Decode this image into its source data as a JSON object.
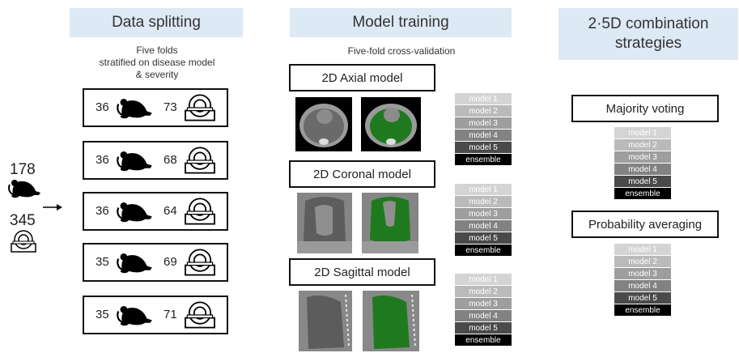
{
  "headers": {
    "data_splitting": "Data splitting",
    "model_training": "Model training",
    "combination_line1": "2·5D combination",
    "combination_line2": "strategies"
  },
  "data_splitting": {
    "note_line1": "Five folds",
    "note_line2": "stratified on disease model",
    "note_line3": "& severity",
    "total_mice": "178",
    "total_scans": "345",
    "folds": [
      {
        "mice": "36",
        "scans": "73"
      },
      {
        "mice": "36",
        "scans": "68"
      },
      {
        "mice": "36",
        "scans": "64"
      },
      {
        "mice": "35",
        "scans": "69"
      },
      {
        "mice": "35",
        "scans": "71"
      }
    ]
  },
  "model_training": {
    "subtitle": "Five-fold cross-validation",
    "models": [
      "2D Axial model",
      "2D Coronal model",
      "2D Sagittal model"
    ]
  },
  "stack_labels": [
    "model 1",
    "model 2",
    "model 3",
    "model 4",
    "model 5",
    "ensemble"
  ],
  "stack_colors": [
    "#d4d4d4",
    "#bababa",
    "#9e9e9e",
    "#828282",
    "#4a4a4a",
    "#000000"
  ],
  "strategies": [
    "Majority voting",
    "Probability averaging"
  ],
  "icons": {
    "mouse": "mouse-icon",
    "scan": "ct-scanner-icon",
    "arrow": "arrow-right-icon"
  },
  "colors": {
    "header_bg": "#dde9f5",
    "segmentation": "#1f7a1f"
  }
}
